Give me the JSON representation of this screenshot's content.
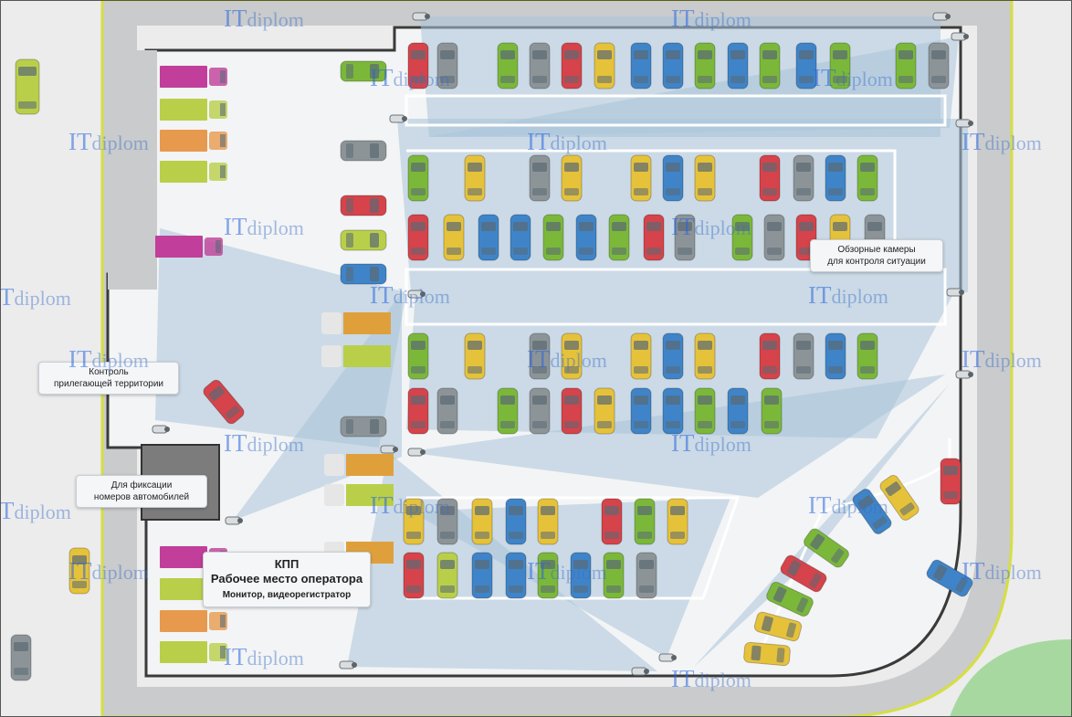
{
  "labels": {
    "surround_cameras": [
      "Обзорные камеры",
      "для контроля ситуации"
    ],
    "perimeter_control": [
      "Контроль",
      "прилегающей территории"
    ],
    "plate_capture": [
      "Для фиксации",
      "номеров автомобилей"
    ],
    "checkpoint": {
      "title": "КПП",
      "subtitle": "Рабочее место оператора",
      "equipment": "Монитор, видеорегистратор"
    }
  },
  "watermark": {
    "prefix": "IT",
    "suffix": "diplom"
  },
  "colors": {
    "road": "#c9cbcc",
    "lot": "#f3f4f5",
    "grass": "#a9d9a2",
    "camera_field": "#b8cede",
    "building": "#7d7d7d",
    "car_palette": [
      "#d6434a",
      "#8d9498",
      "#7bb83a",
      "#e6c23a",
      "#3f84c8",
      "#dfa03c",
      "#c13e9a",
      "#b9cf4a",
      "#e79a4e"
    ]
  },
  "icons": [
    "security-camera-icon",
    "car-icon",
    "truck-icon"
  ]
}
